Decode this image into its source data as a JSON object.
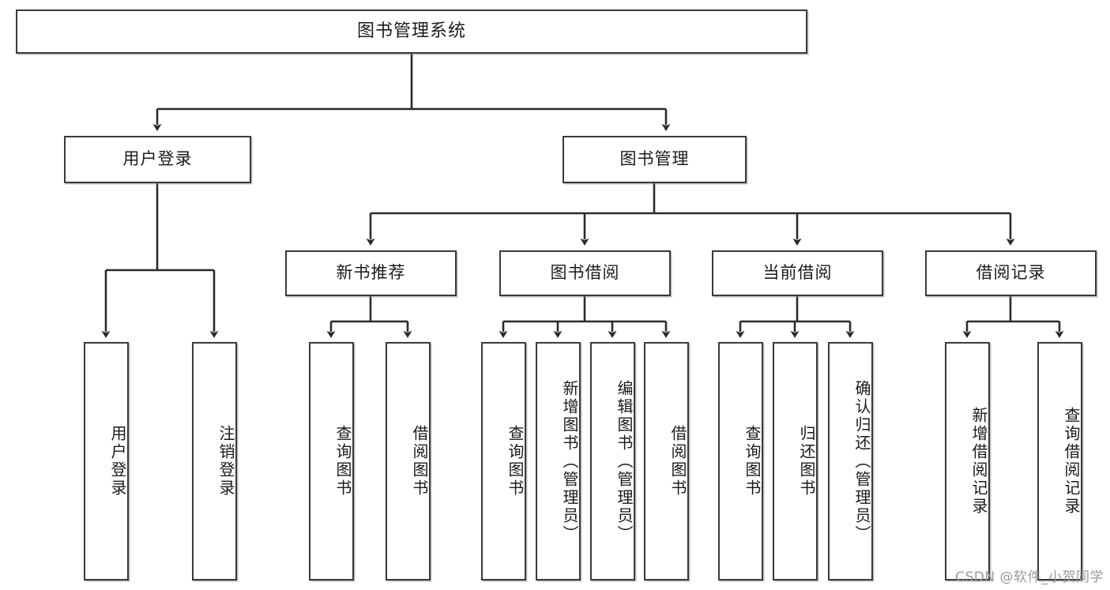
{
  "diagram": {
    "title": "图书管理系统",
    "type": "tree-hierarchy",
    "watermark": "CSDN @软件_小贺同学",
    "colors": {
      "border": "#3a3a3a",
      "background": "#ffffff",
      "text": "#1b1b1b",
      "wire": "#2b2b2b",
      "watermark": "#9a9a9a"
    },
    "levels": {
      "root": {
        "label": "图书管理系统"
      },
      "level1": [
        {
          "label": "用户登录"
        },
        {
          "label": "图书管理"
        }
      ],
      "level2": [
        {
          "label": "新书推荐"
        },
        {
          "label": "图书借阅"
        },
        {
          "label": "当前借阅"
        },
        {
          "label": "借阅记录"
        }
      ],
      "leaves": {
        "user_login": [
          {
            "label": "用户登录"
          },
          {
            "label": "注销登录"
          }
        ],
        "new_book_recommend": [
          {
            "label": "查询图书"
          },
          {
            "label": "借阅图书"
          }
        ],
        "book_borrow": [
          {
            "label": "查询图书"
          },
          {
            "label": "新增图书（管理员）"
          },
          {
            "label": "编辑图书（管理员）"
          },
          {
            "label": "借阅图书"
          }
        ],
        "current_borrow": [
          {
            "label": "查询图书"
          },
          {
            "label": "归还图书"
          },
          {
            "label": "确认归还（管理员）"
          }
        ],
        "borrow_record": [
          {
            "label": "新增借阅记录"
          },
          {
            "label": "查询借阅记录"
          }
        ]
      }
    }
  }
}
